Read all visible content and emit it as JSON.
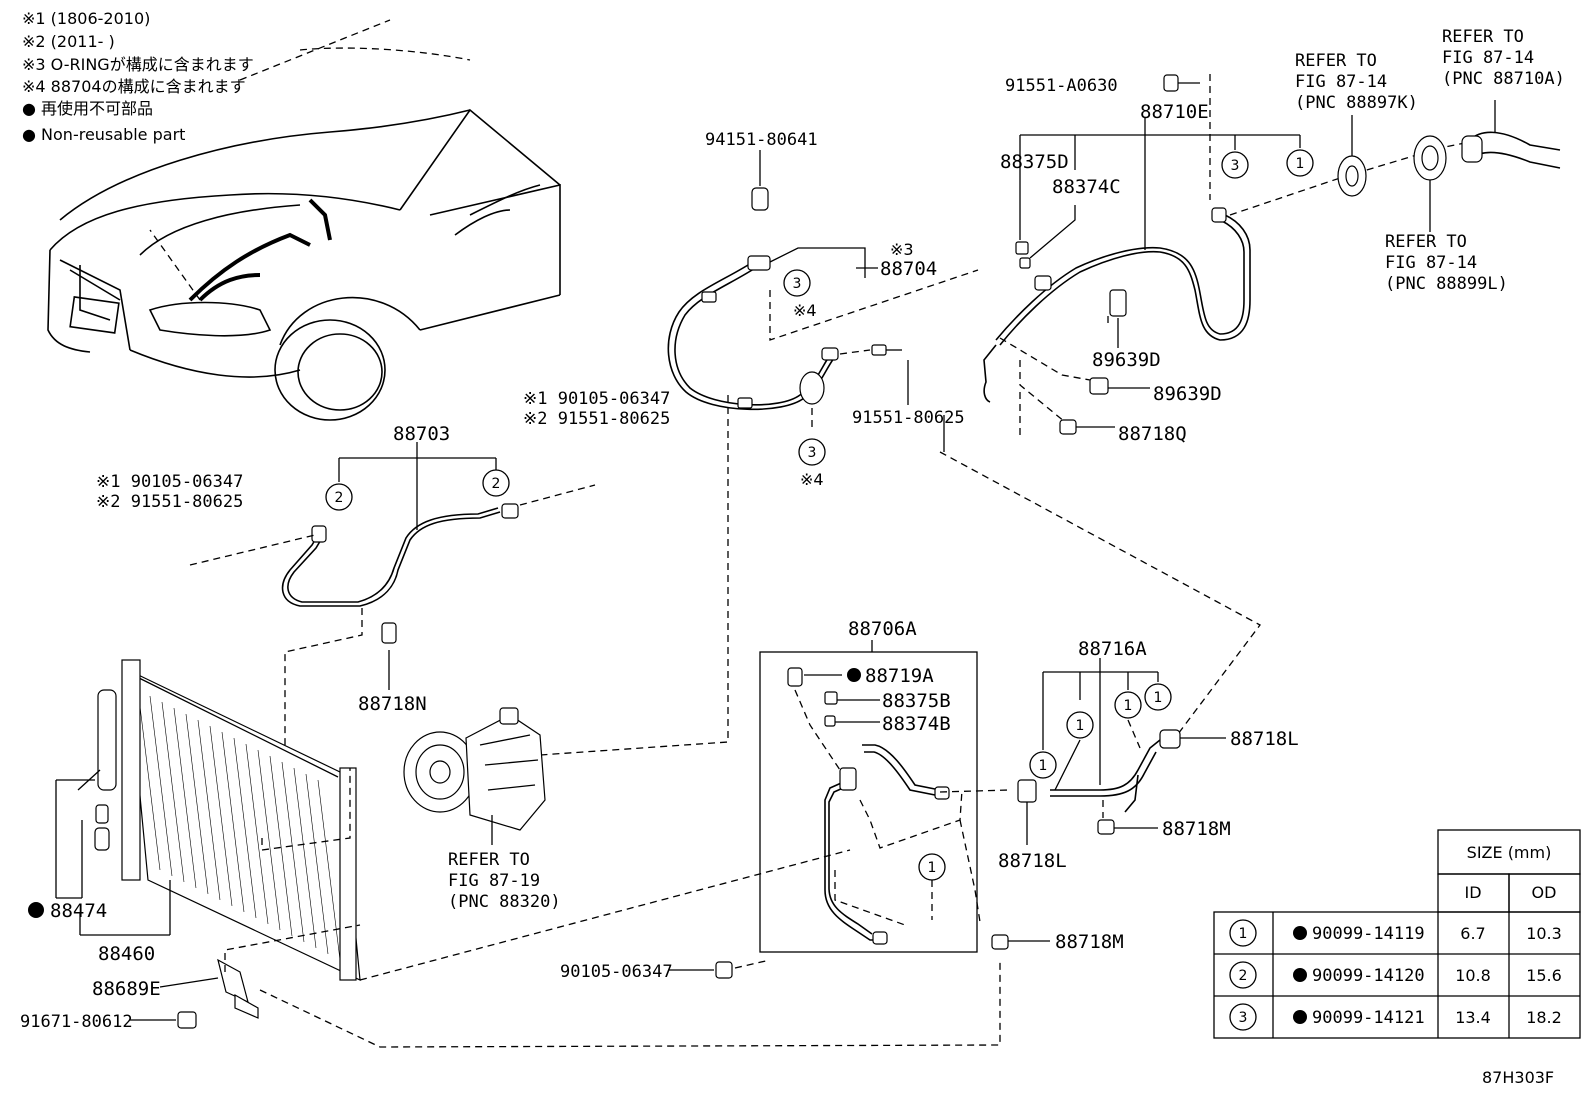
{
  "notes": [
    "※1 (1806-2010)",
    "※2 (2011-      )",
    "※3 O-RINGが構成に含まれます",
    "※4 88704の構成に含まれます",
    "● 再使用不可部品",
    "● Non-reusable part"
  ],
  "labels": {
    "p94151": "94151-80641",
    "p91551a0630": "91551-A0630",
    "p88710e": "88710E",
    "ref88897k_1": "REFER TO",
    "ref88897k_2": "FIG 87-14",
    "ref88897k_3": "(PNC 88897K)",
    "ref88710a_1": "REFER TO",
    "ref88710a_2": "FIG 87-14",
    "ref88710a_3": "(PNC 88710A)",
    "ref88899l_1": "REFER TO",
    "ref88899l_2": "FIG 87-14",
    "ref88899l_3": "(PNC 88899L)",
    "p88375d": "88375D",
    "p88374c": "88374C",
    "note3_88704": "※3",
    "p88704": "88704",
    "note4_a": "※4",
    "p89639d_a": "89639D",
    "p89639d_b": "89639D",
    "p88718q": "88718Q",
    "p91551_80625_c": "91551-80625",
    "note4_b": "※4",
    "n1_90105_a": "※1 90105-06347",
    "n2_91551_a": "※2 91551-80625",
    "p88703": "88703",
    "n1_90105_b": "※1 90105-06347",
    "n2_91551_b": "※2 91551-80625",
    "p88718n": "88718N",
    "p88706a": "88706A",
    "p88719a": "88719A",
    "p88375b": "88375B",
    "p88374b": "88374B",
    "p88716a": "88716A",
    "p88718l_a": "88718L",
    "p88718m_a": "88718M",
    "p88718l_b": "88718L",
    "ref88320_1": "REFER TO",
    "ref88320_2": "FIG 87-19",
    "ref88320_3": "(PNC 88320)",
    "p88474": "88474",
    "p88460": "88460",
    "p88689e": "88689E",
    "p91671": "91671-80612",
    "p90105_06347": "90105-06347",
    "p88718m_b": "88718M",
    "figcode": "87H303F"
  },
  "callouts": {
    "one": "1",
    "two": "2",
    "three": "3"
  },
  "table": {
    "size_header": "SIZE (mm)",
    "id_header": "ID",
    "od_header": "OD",
    "rows": [
      {
        "key": "1",
        "part": "90099-14119",
        "id": "6.7",
        "od": "10.3"
      },
      {
        "key": "2",
        "part": "90099-14120",
        "id": "10.8",
        "od": "15.6"
      },
      {
        "key": "3",
        "part": "90099-14121",
        "id": "13.4",
        "od": "18.2"
      }
    ]
  }
}
